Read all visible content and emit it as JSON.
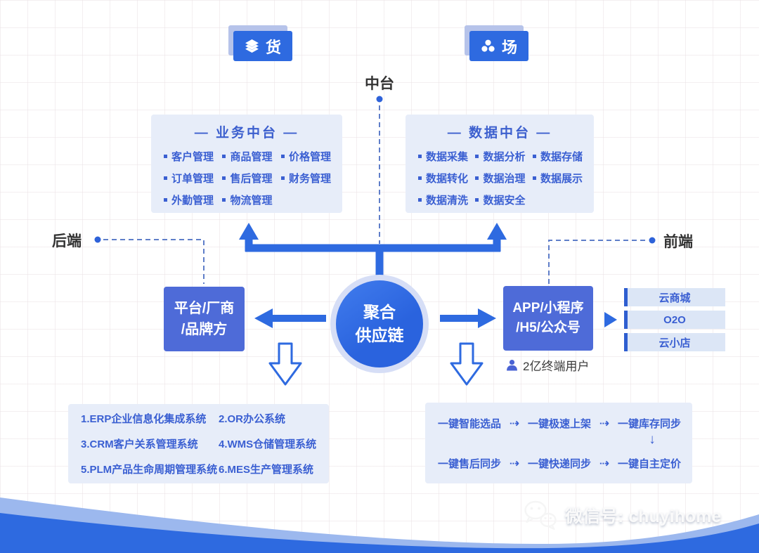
{
  "badges": {
    "goods": {
      "label": "货"
    },
    "scene": {
      "label": "场"
    }
  },
  "labels": {
    "middle": "中台",
    "backend": "后端",
    "frontend": "前端"
  },
  "panels": {
    "business": {
      "title": "— 业务中台 —",
      "items": [
        "客户管理",
        "商品管理",
        "价格管理",
        "订单管理",
        "售后管理",
        "财务管理",
        "外勤管理",
        "物流管理"
      ]
    },
    "data": {
      "title": "— 数据中台 —",
      "items": [
        "数据采集",
        "数据分析",
        "数据存储",
        "数据转化",
        "数据治理",
        "数据展示",
        "数据清洗",
        "数据安全"
      ]
    }
  },
  "center": {
    "line1": "聚合",
    "line2": "供应链"
  },
  "supplier": {
    "line1": "平台/厂商",
    "line2": "/品牌方"
  },
  "channels": {
    "line1": "APP/小程序",
    "line2": "/H5/公众号",
    "users": "2亿终端用户",
    "list": [
      "云商城",
      "O2O",
      "云小店"
    ]
  },
  "systems": {
    "items": [
      "1.ERP企业信息化集成系统",
      "2.OR办公系统",
      "3.CRM客户关系管理系统",
      "4.WMS仓储管理系统",
      "5.PLM产品生命周期管理系统",
      "6.MES生产管理系统"
    ]
  },
  "one_click": {
    "row1": [
      "一键智能选品",
      "一键极速上架",
      "一键库存同步"
    ],
    "row2": [
      "一键售后同步",
      "一键快递同步",
      "一键自主定价"
    ],
    "arrow": "⇢",
    "down_arrow": "↓"
  },
  "watermark": {
    "text": "微信号: chuyihome"
  },
  "colors": {
    "primary_blue": "#2e6ae0",
    "box_blue": "#4e6bd8",
    "panel_bg": "#e7edf9",
    "text_blue": "#3a5fd2",
    "shadow_blue": "#b6c3ea",
    "wave_light": "#9cb8ee"
  }
}
